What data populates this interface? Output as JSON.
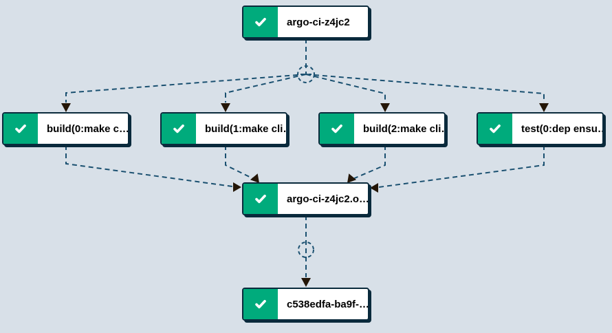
{
  "graph": {
    "colors": {
      "background": "#d8e0e8",
      "node-border": "#0a2a3c",
      "node-bg": "#ffffff",
      "success": "#00ab7c",
      "edge": "#1a5070",
      "arrow": "#241607",
      "label": "#000000"
    },
    "nodes": [
      {
        "id": "root",
        "label": "argo-ci-z4jc2",
        "status": "success",
        "icon": "check-icon"
      },
      {
        "id": "build-0",
        "label": "build(0:make c…",
        "status": "success",
        "icon": "check-icon"
      },
      {
        "id": "build-1",
        "label": "build(1:make cli…",
        "status": "success",
        "icon": "check-icon"
      },
      {
        "id": "build-2",
        "label": "build(2:make cli…",
        "status": "success",
        "icon": "check-icon"
      },
      {
        "id": "test-0",
        "label": "test(0:dep ensu…",
        "status": "success",
        "icon": "check-icon"
      },
      {
        "id": "output",
        "label": "argo-ci-z4jc2.o…",
        "status": "success",
        "icon": "check-icon"
      },
      {
        "id": "final",
        "label": "c538edfa-ba9f-…",
        "status": "success",
        "icon": "check-icon"
      }
    ],
    "connectors": [
      {
        "id": "fanout-connector",
        "icon": "dashed-circle-icon"
      },
      {
        "id": "passthru-connector",
        "icon": "dashed-circle-icon"
      }
    ]
  }
}
